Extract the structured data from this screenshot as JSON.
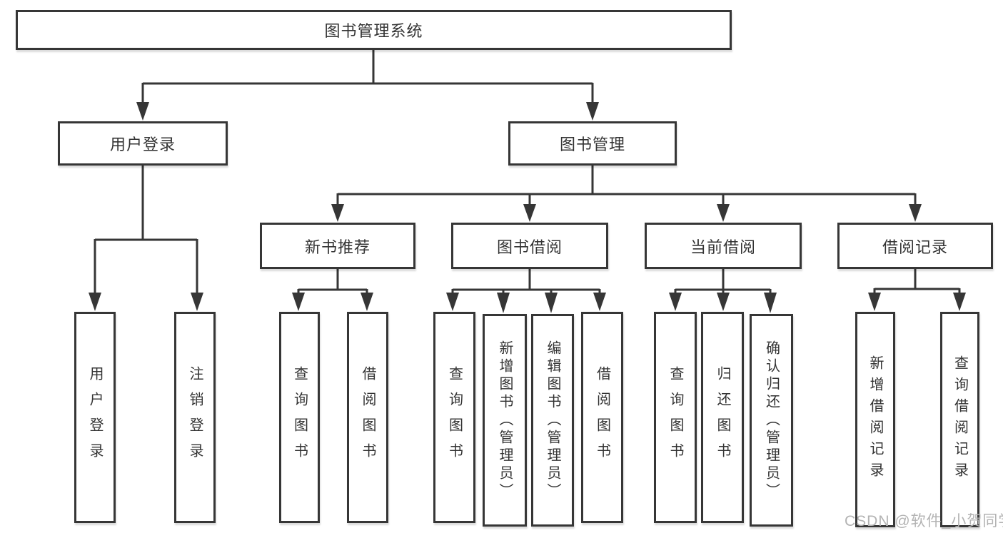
{
  "diagram": {
    "title": "图书管理系统",
    "nodes": [
      {
        "id": "root",
        "label": "图书管理系统",
        "parent": null
      },
      {
        "id": "user-login",
        "label": "用户登录",
        "parent": "root"
      },
      {
        "id": "book-mgmt",
        "label": "图书管理",
        "parent": "root"
      },
      {
        "id": "user-login-act",
        "label": "用户登录",
        "parent": "user-login"
      },
      {
        "id": "logout",
        "label": "注销登录",
        "parent": "user-login"
      },
      {
        "id": "new-book-rec",
        "label": "新书推荐",
        "parent": "book-mgmt"
      },
      {
        "id": "book-borrow",
        "label": "图书借阅",
        "parent": "book-mgmt"
      },
      {
        "id": "current-borrow",
        "label": "当前借阅",
        "parent": "book-mgmt"
      },
      {
        "id": "borrow-records",
        "label": "借阅记录",
        "parent": "book-mgmt"
      },
      {
        "id": "nbr-query",
        "label": "查询图书",
        "parent": "new-book-rec"
      },
      {
        "id": "nbr-borrow",
        "label": "借阅图书",
        "parent": "new-book-rec"
      },
      {
        "id": "bb-query",
        "label": "查询图书",
        "parent": "book-borrow"
      },
      {
        "id": "bb-add",
        "label": "新增图书（管理员）",
        "parent": "book-borrow"
      },
      {
        "id": "bb-edit",
        "label": "编辑图书（管理员）",
        "parent": "book-borrow"
      },
      {
        "id": "bb-borrow",
        "label": "借阅图书",
        "parent": "book-borrow"
      },
      {
        "id": "cb-query",
        "label": "查询图书",
        "parent": "current-borrow"
      },
      {
        "id": "cb-return",
        "label": "归还图书",
        "parent": "current-borrow"
      },
      {
        "id": "cb-confirm",
        "label": "确认归还（管理员）",
        "parent": "current-borrow"
      },
      {
        "id": "br-add",
        "label": "新增借阅记录",
        "parent": "borrow-records"
      },
      {
        "id": "br-query",
        "label": "查询借阅记录",
        "parent": "borrow-records"
      }
    ],
    "colors": {
      "line": "#363636",
      "text": "#333333",
      "box_background": "#ffffff",
      "watermark": "#b3b3b3"
    }
  },
  "watermark": {
    "text": "CSDN @软件_小贺同学"
  }
}
